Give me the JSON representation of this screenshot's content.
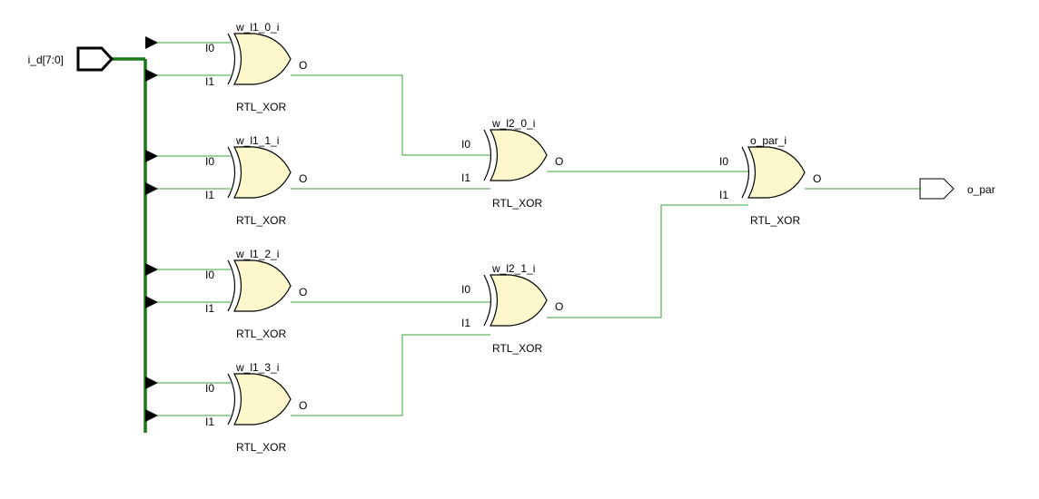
{
  "colors": {
    "wire": "#3aa53a",
    "bus": "#1a7a1a",
    "gate_fill": "#fcf8cc",
    "outline": "#000000",
    "text": "#000000"
  },
  "ports": {
    "input": {
      "name": "i_d[7:0]",
      "icon": "input-port-icon"
    },
    "output": {
      "name": "o_par",
      "icon": "output-port-icon"
    }
  },
  "gates": [
    {
      "name": "w_l1_0_i",
      "type": "RTL_XOR",
      "in0": "I0",
      "in1": "I1",
      "out": "O"
    },
    {
      "name": "w_l1_1_i",
      "type": "RTL_XOR",
      "in0": "I0",
      "in1": "I1",
      "out": "O"
    },
    {
      "name": "w_l1_2_i",
      "type": "RTL_XOR",
      "in0": "I0",
      "in1": "I1",
      "out": "O"
    },
    {
      "name": "w_l1_3_i",
      "type": "RTL_XOR",
      "in0": "I0",
      "in1": "I1",
      "out": "O"
    },
    {
      "name": "w_l2_0_i",
      "type": "RTL_XOR",
      "in0": "I0",
      "in1": "I1",
      "out": "O"
    },
    {
      "name": "w_l2_1_i",
      "type": "RTL_XOR",
      "in0": "I0",
      "in1": "I1",
      "out": "O"
    },
    {
      "name": "o_par_i",
      "type": "RTL_XOR",
      "in0": "I0",
      "in1": "I1",
      "out": "O"
    }
  ]
}
